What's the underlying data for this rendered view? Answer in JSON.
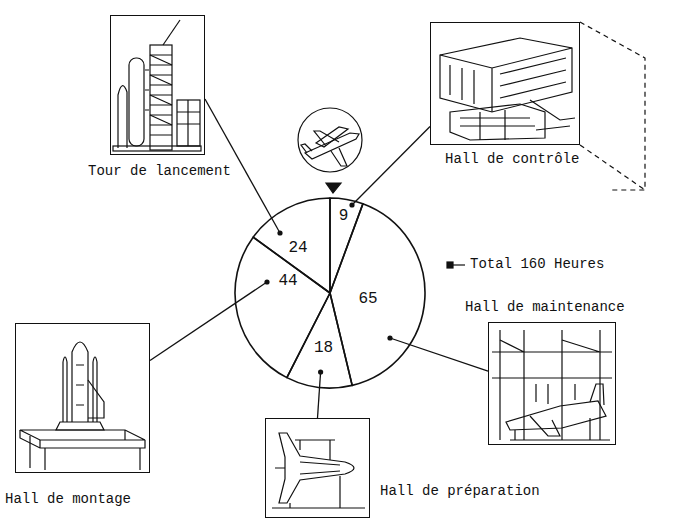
{
  "diagram": {
    "nodes": [
      {
        "text": [
          "Tour de lancement"
        ]
      },
      {
        "text": [
          "Hall de contrôle"
        ]
      },
      {
        "text": [
          "Hall de maintenance"
        ]
      },
      {
        "text": [
          "Hall de préparation"
        ]
      },
      {
        "text": [
          "Hall de montage"
        ]
      },
      {
        "text": [
          "24"
        ]
      },
      {
        "text": [
          "9"
        ]
      },
      {
        "text": [
          "65"
        ]
      },
      {
        "text": [
          "18"
        ]
      },
      {
        "text": [
          "44"
        ]
      }
    ],
    "edges": [
      {
        "from": 5,
        "to": 0,
        "arrow": "none"
      },
      {
        "from": 6,
        "to": 1,
        "arrow": "none"
      },
      {
        "from": 7,
        "to": 2,
        "arrow": "none"
      },
      {
        "from": 8,
        "to": 3,
        "arrow": "none"
      },
      {
        "from": 9,
        "to": 4,
        "arrow": "none"
      }
    ],
    "labels": [
      "Total 160 Heures"
    ]
  }
}
